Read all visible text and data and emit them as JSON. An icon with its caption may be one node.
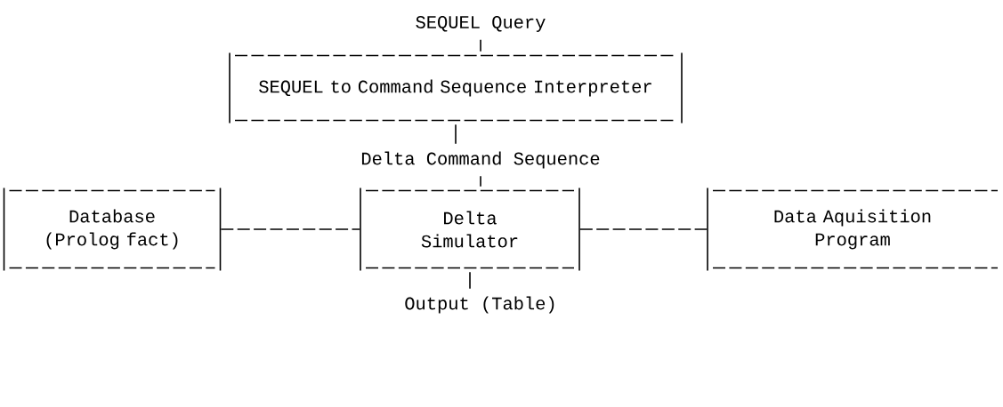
{
  "diagram": {
    "nodes": [
      {
        "text": [
          "SEQUEL Query"
        ]
      },
      {
        "text": [
          "SEQUEL to Command Sequence Interpreter"
        ]
      },
      {
        "text": [
          "Delta Command Sequence"
        ]
      },
      {
        "text": [
          "Database (Prolog fact)"
        ]
      },
      {
        "text": [
          "Delta Simulator"
        ]
      },
      {
        "text": [
          "Data Aquisition Program"
        ]
      },
      {
        "text": [
          "Output (Table)"
        ]
      }
    ],
    "edges": [
      {
        "from": 0,
        "to": 1,
        "arrow": "none"
      },
      {
        "from": 1,
        "to": 2,
        "arrow": "none"
      },
      {
        "from": 2,
        "to": 4,
        "arrow": "none"
      },
      {
        "from": 3,
        "to": 4,
        "arrow": "none",
        "style": "dashed"
      },
      {
        "from": 4,
        "to": 5,
        "arrow": "none",
        "style": "dashed"
      },
      {
        "from": 4,
        "to": 6,
        "arrow": "none"
      }
    ]
  }
}
